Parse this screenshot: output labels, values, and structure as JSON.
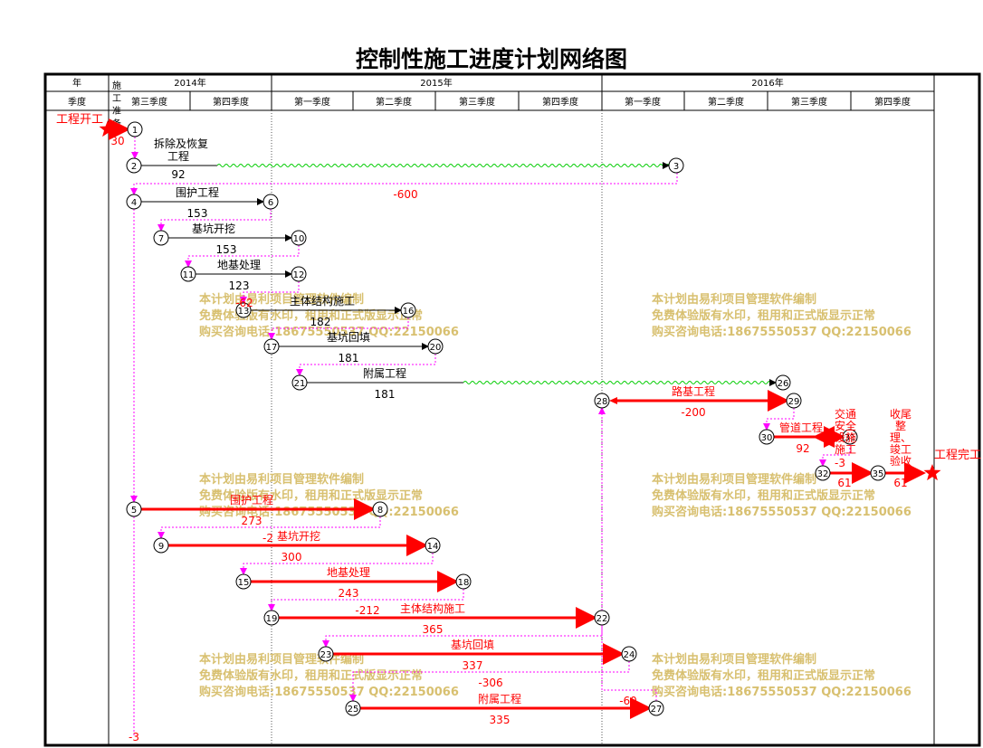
{
  "title": "控制性施工进度计划网络图",
  "header": {
    "row1_label": "年",
    "row2_label": "季度",
    "prep_label": "施工准备",
    "years": [
      "2014年",
      "2015年",
      "2016年"
    ],
    "quarters": [
      "第三季度",
      "第四季度",
      "第一季度",
      "第二季度",
      "第三季度",
      "第四季度",
      "第一季度",
      "第二季度",
      "第三季度",
      "第四季度"
    ]
  },
  "milestones": {
    "start": "工程开工",
    "start_dur": "30",
    "end": "工程完工"
  },
  "nodes": [
    {
      "id": "1"
    },
    {
      "id": "2"
    },
    {
      "id": "3"
    },
    {
      "id": "4"
    },
    {
      "id": "6"
    },
    {
      "id": "7"
    },
    {
      "id": "10"
    },
    {
      "id": "11"
    },
    {
      "id": "12"
    },
    {
      "id": "13"
    },
    {
      "id": "16"
    },
    {
      "id": "17"
    },
    {
      "id": "20"
    },
    {
      "id": "21"
    },
    {
      "id": "26"
    },
    {
      "id": "28"
    },
    {
      "id": "29"
    },
    {
      "id": "30"
    },
    {
      "id": "31"
    },
    {
      "id": "32"
    },
    {
      "id": "35"
    },
    {
      "id": "5"
    },
    {
      "id": "8"
    },
    {
      "id": "9"
    },
    {
      "id": "14"
    },
    {
      "id": "15"
    },
    {
      "id": "18"
    },
    {
      "id": "19"
    },
    {
      "id": "22"
    },
    {
      "id": "23"
    },
    {
      "id": "24"
    },
    {
      "id": "25"
    },
    {
      "id": "27"
    }
  ],
  "activities": [
    {
      "from": "2",
      "to": "3",
      "name": "拆除及恢复工程",
      "duration": "92",
      "critical": false
    },
    {
      "from": "4",
      "to": "6",
      "name": "围护工程",
      "duration": "153",
      "critical": false
    },
    {
      "from": "7",
      "to": "10",
      "name": "基坑开挖",
      "duration": "153",
      "critical": false
    },
    {
      "from": "11",
      "to": "12",
      "name": "地基处理",
      "duration": "123",
      "critical": false
    },
    {
      "from": "13",
      "to": "16",
      "name": "主体结构施工",
      "duration": "182",
      "critical": false
    },
    {
      "from": "17",
      "to": "20",
      "name": "基坑回填",
      "duration": "181",
      "critical": false
    },
    {
      "from": "21",
      "to": "26",
      "name": "附属工程",
      "duration": "181",
      "critical": false
    },
    {
      "from": "28",
      "to": "29",
      "name": "路基工程",
      "duration": "-200",
      "critical": true
    },
    {
      "from": "30",
      "to": "31",
      "name": "管道工程",
      "duration": "92",
      "critical": true
    },
    {
      "from": "31",
      "to": "32",
      "name": "交通安全设施施工",
      "duration": "-3",
      "critical": true
    },
    {
      "from": "32",
      "to": "35",
      "name": "",
      "duration": "61",
      "critical": true
    },
    {
      "from": "35",
      "to": "end",
      "name": "收尾整理、竣工验收",
      "duration": "61",
      "critical": true
    },
    {
      "from": "5",
      "to": "8",
      "name": "围护工程",
      "duration": "273",
      "critical": true
    },
    {
      "from": "9",
      "to": "14",
      "name": "基坑开挖",
      "duration": "300",
      "critical": true
    },
    {
      "from": "15",
      "to": "18",
      "name": "地基处理",
      "duration": "243",
      "critical": true
    },
    {
      "from": "19",
      "to": "22",
      "name": "主体结构施工",
      "duration": "365",
      "critical": true
    },
    {
      "from": "23",
      "to": "24",
      "name": "基坑回填",
      "duration": "337",
      "critical": true
    },
    {
      "from": "25",
      "to": "27",
      "name": "附属工程",
      "duration": "335",
      "critical": true
    }
  ],
  "floats": [
    {
      "value": "-600"
    },
    {
      "value": "-62"
    },
    {
      "value": "-2"
    },
    {
      "value": "-212"
    },
    {
      "value": "-306"
    },
    {
      "value": "-60"
    },
    {
      "value": "-3"
    }
  ],
  "watermark": {
    "line1": "本计划由易利项目管理软件编制",
    "line2": "免费体验版有水印，租用和正式版显示正常",
    "line3": "购买咨询电话:18675550537 QQ:22150066"
  },
  "colors": {
    "critical": "#ff0000",
    "normal": "#000000",
    "float": "#ff00ff",
    "wavy": "#00cc00",
    "watermark": "#d8c070"
  }
}
